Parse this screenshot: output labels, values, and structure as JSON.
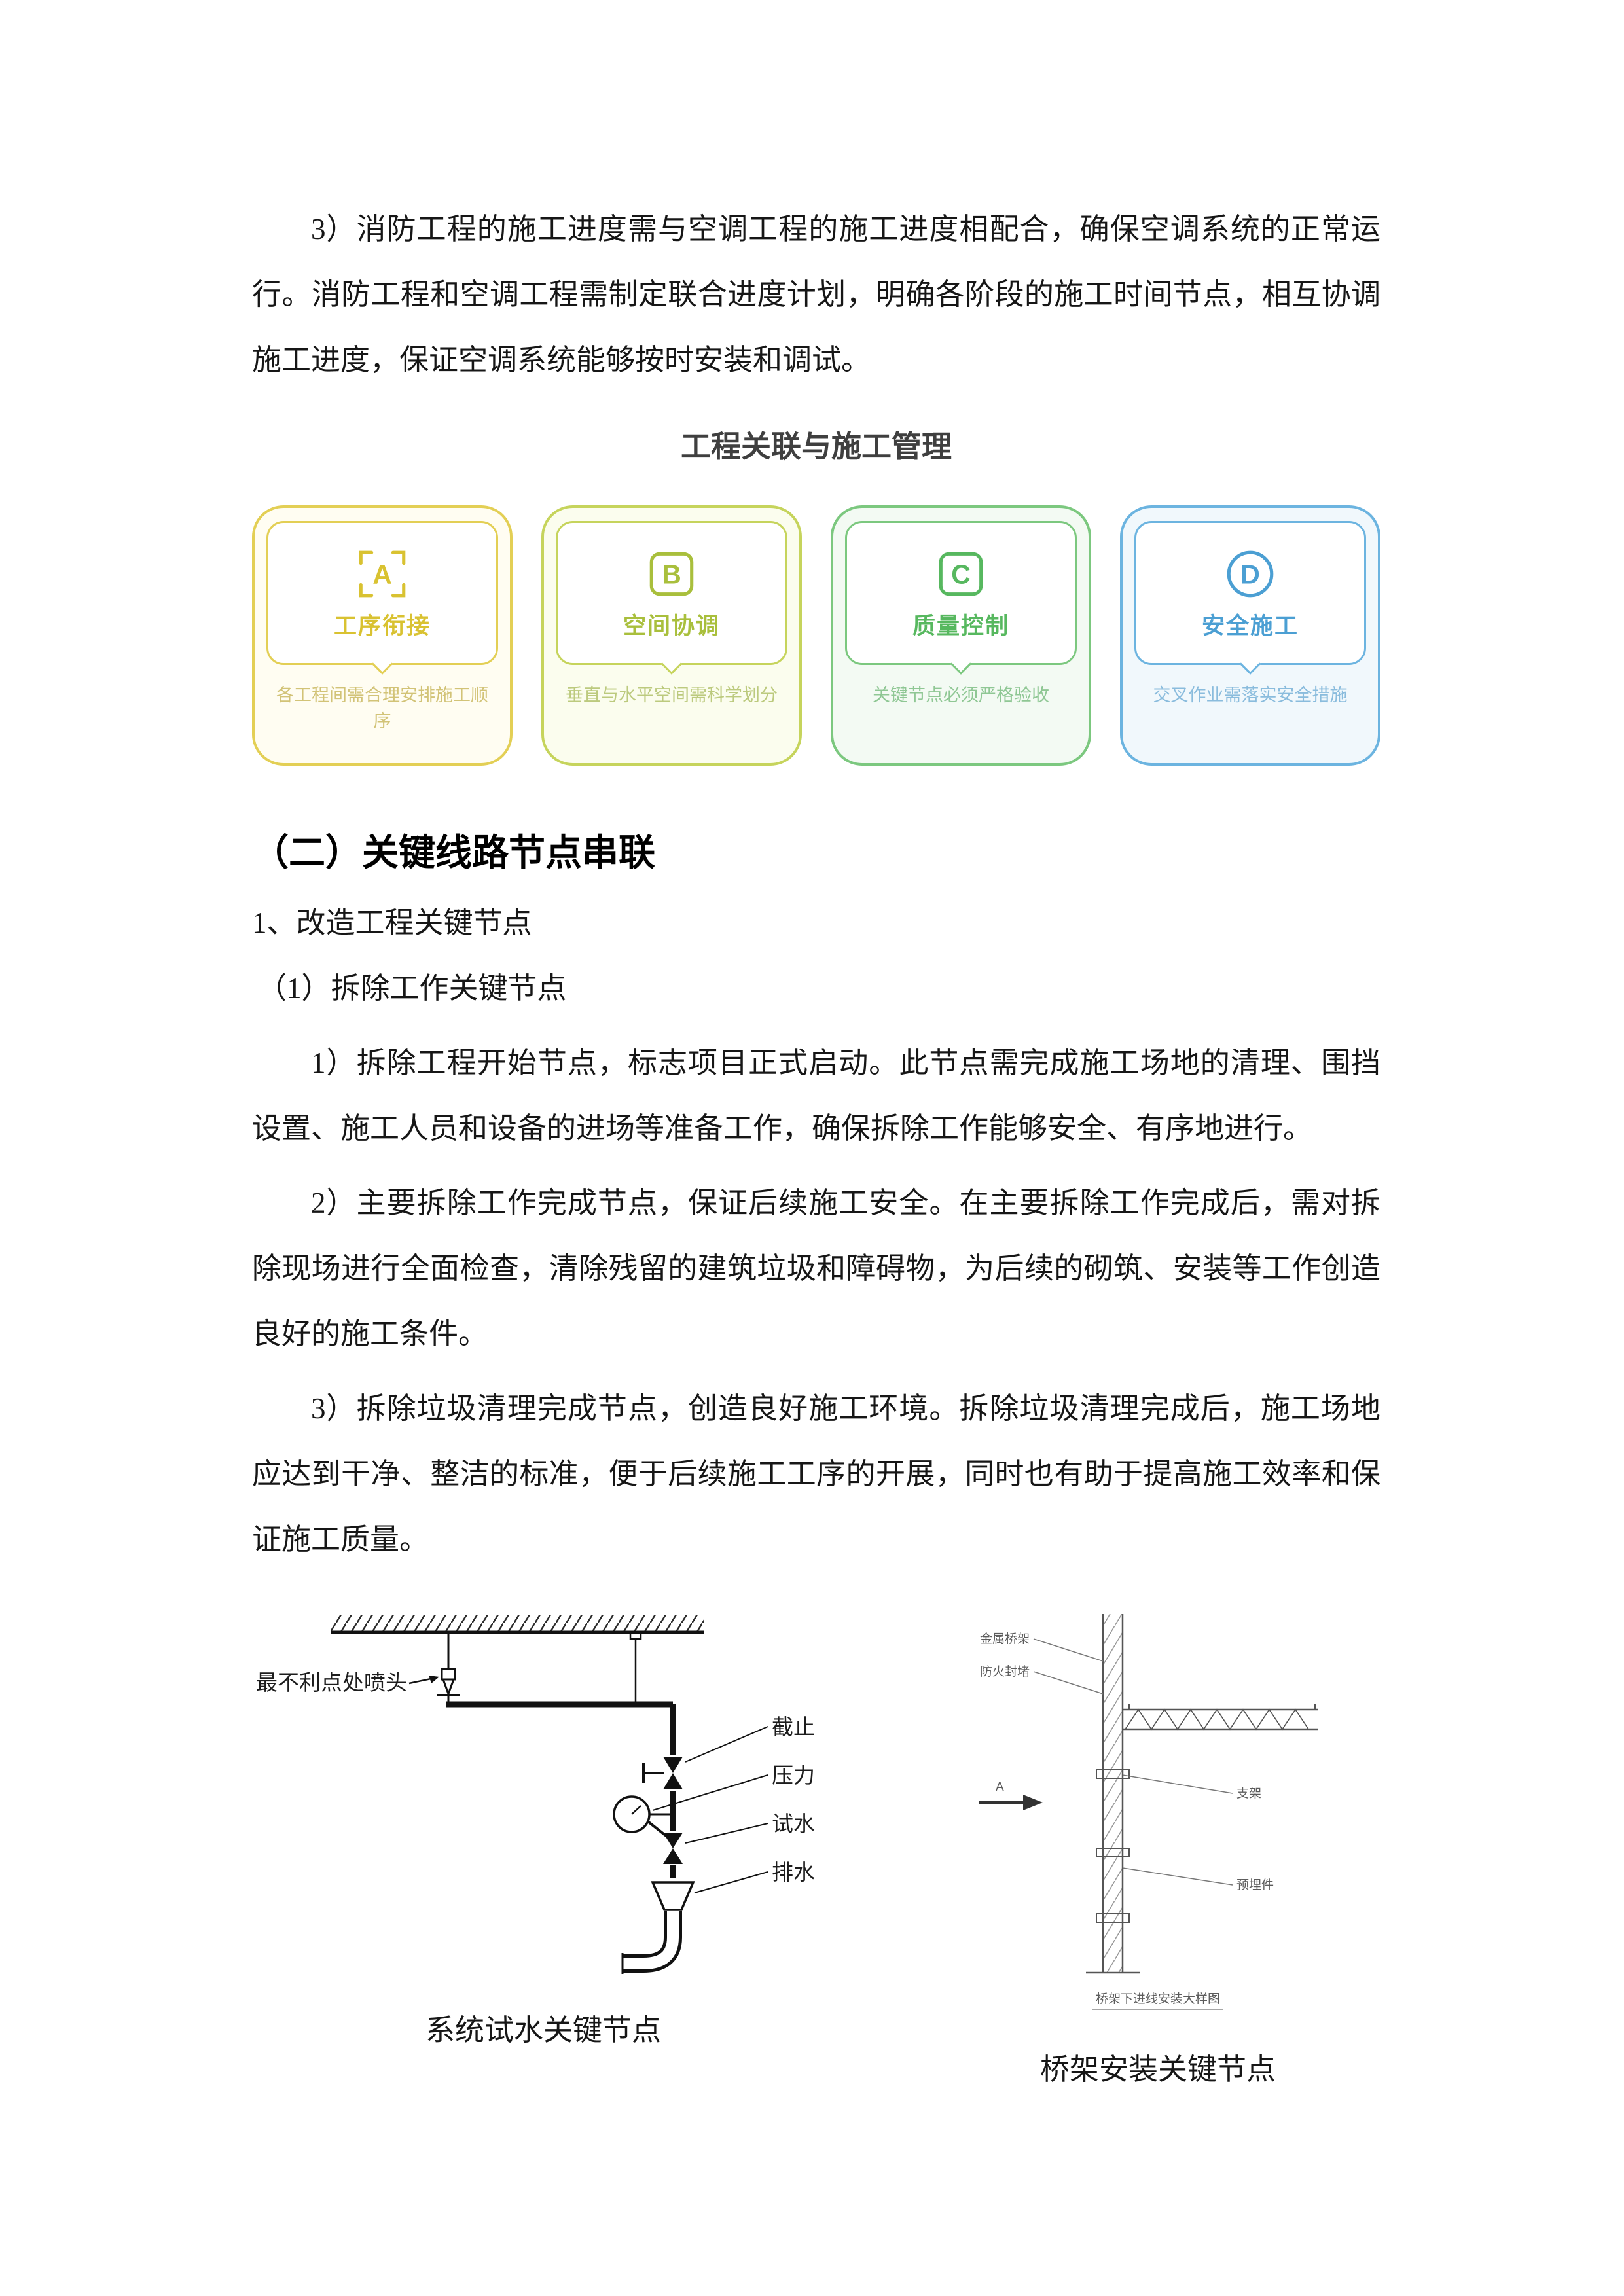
{
  "doc": {
    "intro": "3）消防工程的施工进度需与空调工程的施工进度相配合，确保空调系统的正常运行。消防工程和空调工程需制定联合进度计划，明确各阶段的施工时间节点，相互协调施工进度，保证空调系统能够按时安装和调试。",
    "heading2": "（二）关键线路节点串联",
    "sub1": "1、改造工程关键节点",
    "sub2": "（1）拆除工作关键节点",
    "para1": "1）拆除工程开始节点，标志项目正式启动。此节点需完成施工场地的清理、围挡设置、施工人员和设备的进场等准备工作，确保拆除工作能够安全、有序地进行。",
    "para2": "2）主要拆除工作完成节点，保证后续施工安全。在主要拆除工作完成后，需对拆除现场进行全面检查，清除残留的建筑垃圾和障碍物，为后续的砌筑、安装等工作创造良好的施工条件。",
    "para3": "3）拆除垃圾清理完成节点，创造良好施工环境。拆除垃圾清理完成后，施工场地应达到干净、整洁的标准，便于后续施工工序的开展，同时也有助于提高施工效率和保证施工质量。"
  },
  "infographic": {
    "title": "工程关联与施工管理",
    "cards": [
      {
        "letter": "A",
        "title": "工序衔接",
        "desc": "各工程间需合理安排施工顺序",
        "icon": "frame",
        "color": "#d9c231",
        "light": "#d2c377",
        "border": "#e3cf55",
        "bg": "#fffdf2"
      },
      {
        "letter": "B",
        "title": "空间协调",
        "desc": "垂直与水平空间需科学划分",
        "icon": "square",
        "color": "#a9bf3c",
        "light": "#bcca7e",
        "border": "#c6d45c",
        "bg": "#fbfdee"
      },
      {
        "letter": "C",
        "title": "质量控制",
        "desc": "关键节点必须严格验收",
        "icon": "square",
        "color": "#57b85f",
        "light": "#8fc794",
        "border": "#7cc87f",
        "bg": "#f3faf3"
      },
      {
        "letter": "D",
        "title": "安全施工",
        "desc": "交叉作业需落实安全措施",
        "icon": "circle",
        "color": "#4b9fd3",
        "light": "#8abcdd",
        "border": "#6cb4e0",
        "bg": "#f1f8fc"
      }
    ]
  },
  "figures": {
    "left": {
      "sprinkler_label": "最不利点处喷头",
      "valve1_label": "截止",
      "gauge_label": "压力",
      "valve2_label": "试水",
      "drain_label": "排水",
      "caption": "系统试水关键节点"
    },
    "right": {
      "anno1": "金属桥架",
      "anno2": "防火封堵",
      "anno3": "支架",
      "anno4": "预埋件",
      "arrow_label": "A",
      "inner_caption": "桥架下进线安装大样图",
      "caption": "桥架安装关键节点"
    }
  }
}
